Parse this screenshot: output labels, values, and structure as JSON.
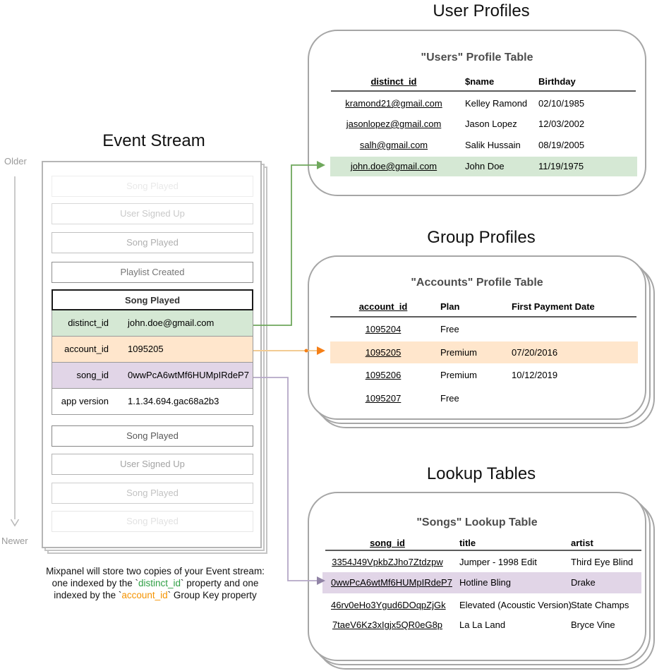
{
  "colors": {
    "green_highlight": "#d5e8d4",
    "orange_highlight": "#ffe6cc",
    "purple_highlight": "#e1d5e7",
    "green_arrow": "#6fa85c",
    "orange_arrow_line": "#f2cb93",
    "orange_arrow_head": "#f57f17",
    "purple_arrow_line": "#b4a7c6",
    "purple_arrow_head": "#9184a6",
    "caption_green": "#2e9e44",
    "caption_orange": "#f59300"
  },
  "event_stream": {
    "title": "Event Stream",
    "older_label": "Older",
    "newer_label": "Newer",
    "events_before": [
      "Song Played",
      "User Signed Up",
      "Song Played",
      "Playlist Created"
    ],
    "expanded_event": {
      "name": "Song Played",
      "properties": [
        {
          "key": "distinct_id",
          "value": "john.doe@gmail.com"
        },
        {
          "key": "account_id",
          "value": "1095205"
        },
        {
          "key": "song_id",
          "value": "0wwPcA6wtMf6HUMpIRdeP7"
        },
        {
          "key": "app version",
          "value": "1.1.34.694.gac68a2b3"
        }
      ]
    },
    "events_after": [
      "Song Played",
      "User Signed Up",
      "Song Played",
      "Song Played"
    ]
  },
  "user_profiles": {
    "section_title": "User Profiles",
    "table_title": "\"Users\" Profile Table",
    "columns": [
      "distinct_id",
      "$name",
      "Birthday"
    ],
    "rows": [
      [
        "kramond21@gmail.com",
        "Kelley Ramond",
        "02/10/1985"
      ],
      [
        "jasonlopez@gmail.com",
        "Jason Lopez",
        "12/03/2002"
      ],
      [
        "salh@gmail.com",
        "Salik Hussain",
        "08/19/2005"
      ],
      [
        "john.doe@gmail.com",
        "John Doe",
        "11/19/1975"
      ]
    ],
    "highlighted_row": 3
  },
  "group_profiles": {
    "section_title": "Group Profiles",
    "table_title": "\"Accounts\" Profile Table",
    "columns": [
      "account_id",
      "Plan",
      "First Payment Date"
    ],
    "rows": [
      [
        "1095204",
        "Free",
        ""
      ],
      [
        "1095205",
        "Premium",
        "07/20/2016"
      ],
      [
        "1095206",
        "Premium",
        "10/12/2019"
      ],
      [
        "1095207",
        "Free",
        ""
      ]
    ],
    "highlighted_row": 1
  },
  "lookup_tables": {
    "section_title": "Lookup Tables",
    "table_title": "\"Songs\" Lookup Table",
    "columns": [
      "song_id",
      "title",
      "artist"
    ],
    "rows": [
      [
        "3354J49VpkbZJho7Ztdzpw",
        "Jumper - 1998 Edit",
        "Third Eye Blind"
      ],
      [
        "0wwPcA6wtMf6HUMpIRdeP7",
        "Hotline Bling",
        "Drake"
      ],
      [
        "46rv0eHo3Ygud6DOqpZjGk",
        "Elevated (Acoustic Version)",
        "State Champs"
      ],
      [
        "7taeV6Kz3xIgjx5QR0eG8p",
        "La La Land",
        "Bryce Vine"
      ]
    ],
    "highlighted_row": 1
  },
  "caption": {
    "line1": "Mixpanel will store two copies of your Event stream:",
    "line2_pre": "one indexed by the `",
    "line2_key": "distinct_id",
    "line2_post": "` property and one",
    "line3_pre": "indexed by the `",
    "line3_key": "account_id",
    "line3_post": "` Group Key property"
  }
}
